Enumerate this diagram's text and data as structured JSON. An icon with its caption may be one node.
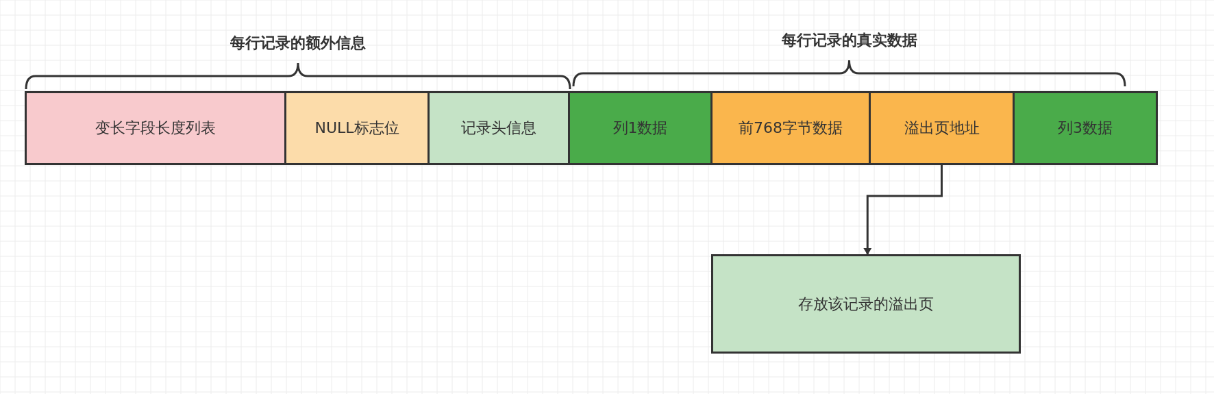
{
  "diagram": {
    "nodes": [
      {
        "text": [
          "变长字段长度列表"
        ]
      },
      {
        "text": [
          "NULL标志位"
        ]
      },
      {
        "text": [
          "记录头信息"
        ]
      },
      {
        "text": [
          "列1数据"
        ]
      },
      {
        "text": [
          "前768字节数据"
        ]
      },
      {
        "text": [
          "溢出页地址"
        ]
      },
      {
        "text": [
          "列3数据"
        ]
      },
      {
        "text": [
          "存放该记录的溢出页"
        ]
      }
    ],
    "edges": [
      {
        "from": 5,
        "to": 7,
        "arrow": "to"
      }
    ],
    "labels": [
      "每行记录的额外信息",
      "每行记录的真实数据"
    ]
  }
}
